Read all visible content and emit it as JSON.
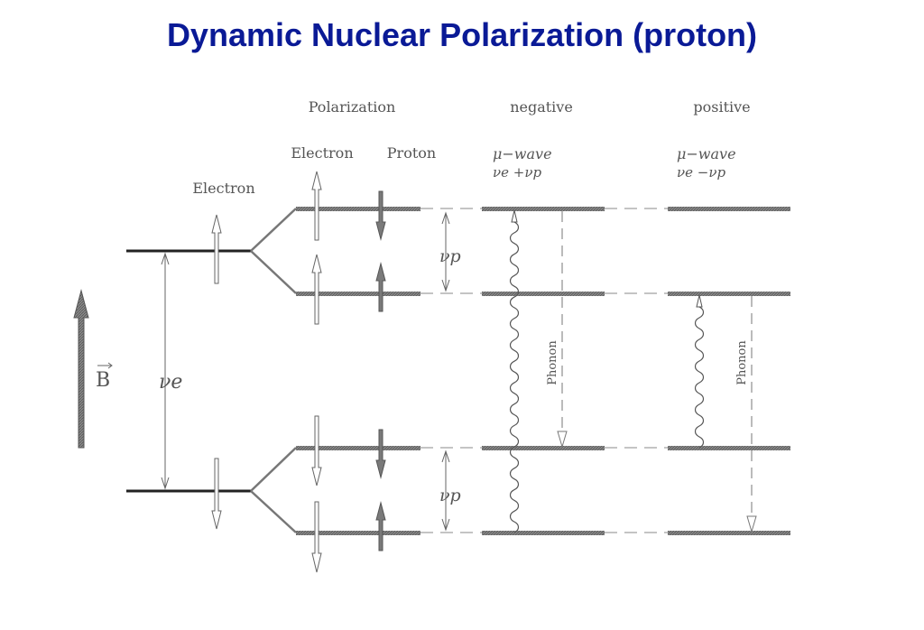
{
  "title": "Dynamic Nuclear Polarization (proton)",
  "headers": {
    "polarization": "Polarization",
    "negative": "negative",
    "positive": "positive",
    "electron_col": "Electron",
    "proton_col": "Proton",
    "electron_level": "Electron"
  },
  "transitions": {
    "negative_mu": "μ−wave",
    "negative_freq": "νe +νp",
    "positive_mu": "μ−wave",
    "positive_freq": "νe −νp"
  },
  "labels": {
    "nu_p_upper": "νp",
    "nu_p_lower": "νp",
    "nu_e": "νe",
    "field": "B",
    "phonon_negative": "Phonon",
    "phonon_positive": "Phonon"
  }
}
